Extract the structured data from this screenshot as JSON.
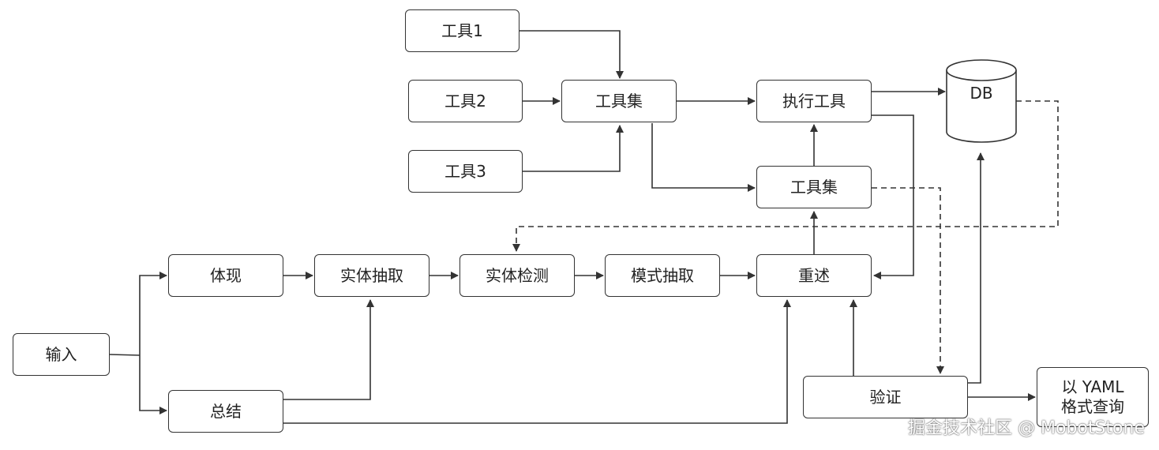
{
  "nodes": {
    "tool1": "工具1",
    "tool2": "工具2",
    "tool3": "工具3",
    "toolset_top": "工具集",
    "execute_tool": "执行工具",
    "toolset_mid": "工具集",
    "db": "DB",
    "input": "输入",
    "embody": "体现",
    "entity_extract": "实体抽取",
    "entity_detect": "实体检测",
    "schema_extract": "模式抽取",
    "restate": "重述",
    "summary": "总结",
    "verify": "验证",
    "yaml_query_line1": "以 YAML",
    "yaml_query_line2": "格式查询"
  },
  "watermark": "掘金技术社区 @ MobotStone",
  "colors": {
    "stroke": "#333333",
    "text": "#222222"
  }
}
